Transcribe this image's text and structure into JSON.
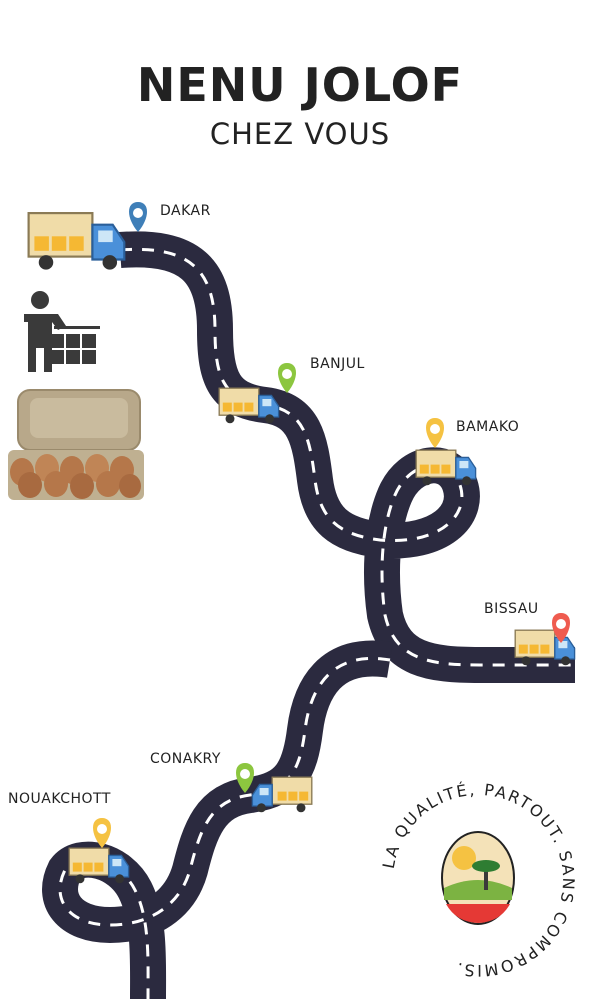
{
  "header": {
    "title": "NENU JOLOF",
    "subtitle": "CHEZ VOUS"
  },
  "cities": [
    {
      "name": "DAKAR",
      "pin_color": "#3f7fb8"
    },
    {
      "name": "BANJUL",
      "pin_color": "#8cc63f"
    },
    {
      "name": "BAMAKO",
      "pin_color": "#f5c242"
    },
    {
      "name": "BISSAU",
      "pin_color": "#ef5b4f"
    },
    {
      "name": "CONAKRY",
      "pin_color": "#8cc63f"
    },
    {
      "name": "NOUAKCHOTT",
      "pin_color": "#f5c242"
    }
  ],
  "badge": {
    "text": "LA QUALITÉ, PARTOUT. SANS COMPROMIS."
  },
  "colors": {
    "road": "#2b2a3f",
    "road_dash": "#ffffff",
    "truck_cab": "#4a90d9",
    "truck_box": "#f0dca8"
  }
}
